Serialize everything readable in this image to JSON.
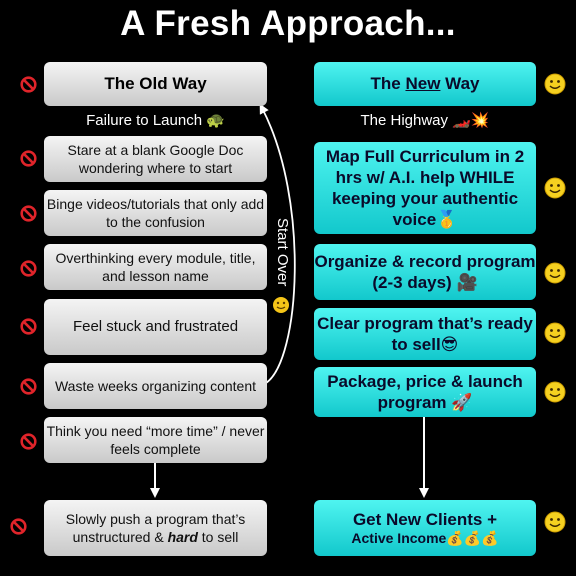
{
  "title": "A Fresh Approach...",
  "old_way": {
    "header": "The Old Way",
    "caption": "Failure to Launch 🐢",
    "steps": [
      "Stare at a blank Google Doc wondering where to start",
      "Binge videos/tutorials that only add to the confusion",
      "Overthinking every module, title, and lesson name",
      "Feel stuck and frustrated",
      "Waste weeks organizing content",
      "Think you need “more time” / never feels complete"
    ],
    "final_prefix": "Slowly push a program that’s unstructured & ",
    "final_emphasis": "hard",
    "final_suffix": " to sell",
    "loop_label": "Start Over",
    "loop_icon": "face-icon"
  },
  "new_way": {
    "header_pre": "The ",
    "header_underlined": "New",
    "header_post": " Way",
    "caption": "The Highway 🏎️💥",
    "steps": [
      "Map Full Curriculum in 2 hrs w/ A.I. help WHILE keeping your authentic voice🥇",
      "Organize & record program (2-3 days) 🎥",
      "Clear program that’s ready to sell😎",
      "Package, price & launch program 🚀"
    ],
    "final_line1": "Get New Clients +",
    "final_line2": "Active Income💰💰💰"
  },
  "colors": {
    "background": "#000000",
    "old_box": "#dcdcdc",
    "new_box": "#26dfe0",
    "no_symbol": "#e0242a",
    "smiley": "#f5d020"
  },
  "icons": {
    "old_marker": "no-entry-icon",
    "new_marker": "smiley-icon"
  }
}
